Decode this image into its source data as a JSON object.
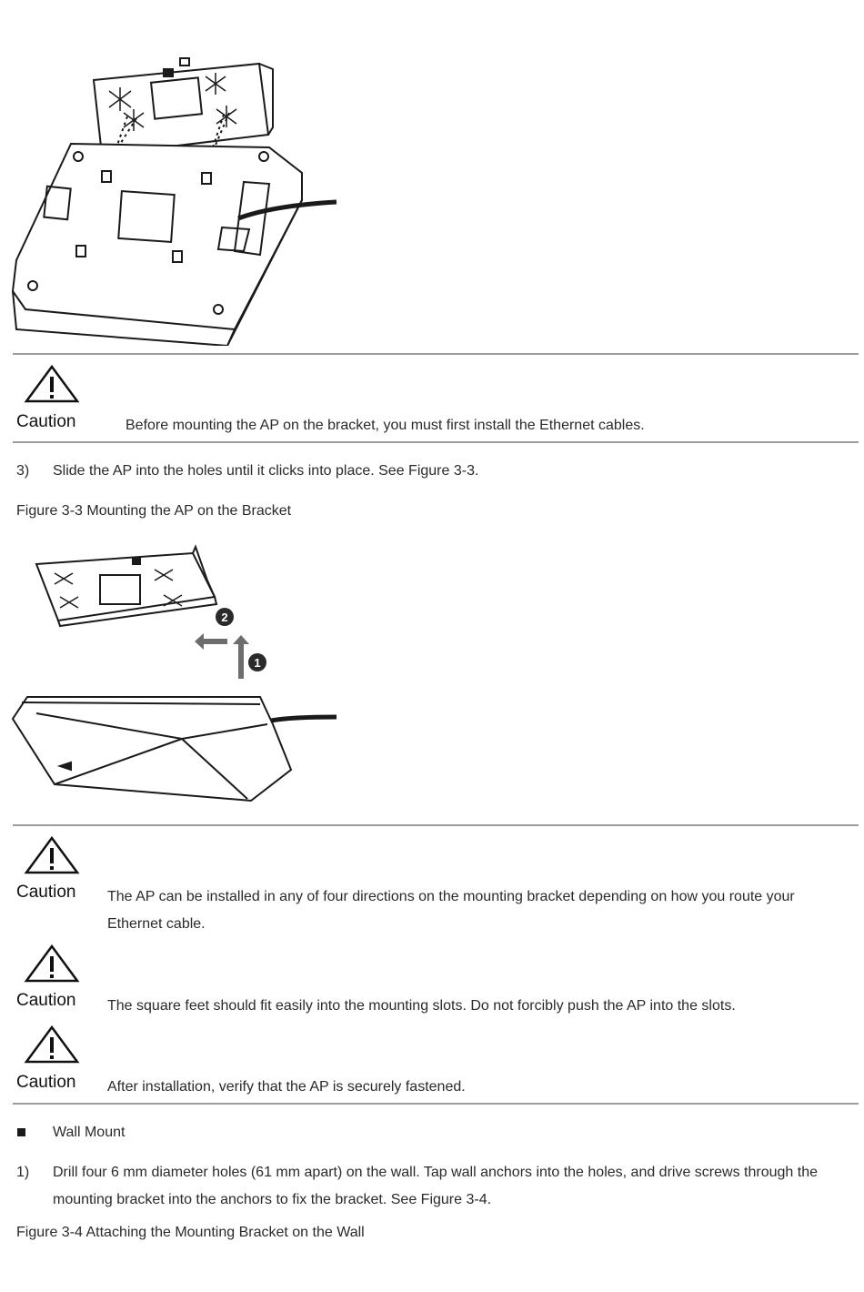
{
  "caution1": {
    "label": "Caution",
    "text": "Before mounting the AP on the bracket, you must first install the Ethernet cables."
  },
  "step3": {
    "num": "3)",
    "text": "Slide the AP into the holes until it clicks into place. See Figure 3-3."
  },
  "figure33": {
    "caption": "Figure 3-3 Mounting the AP on the Bracket",
    "step_marker_1": "1",
    "step_marker_2": "2"
  },
  "cautions2": [
    {
      "label": "Caution",
      "text": "The AP can be installed in any of four directions on the mounting bracket depending on how you route your Ethernet cable."
    },
    {
      "label": "Caution",
      "text": "The square feet should fit easily into the mounting slots. Do not forcibly push the AP into the slots."
    },
    {
      "label": "Caution",
      "text": "After installation, verify that the AP is securely fastened."
    }
  ],
  "wall_mount": {
    "heading": "Wall Mount"
  },
  "step1": {
    "num": "1)",
    "text": "Drill four 6 mm diameter holes (61 mm apart) on the wall. Tap wall anchors into the holes, and drive screws through the mounting bracket into the anchors to fix the bracket. See Figure 3-4."
  },
  "figure34": {
    "caption": "Figure 3-4 Attaching the Mounting Bracket on the Wall"
  }
}
